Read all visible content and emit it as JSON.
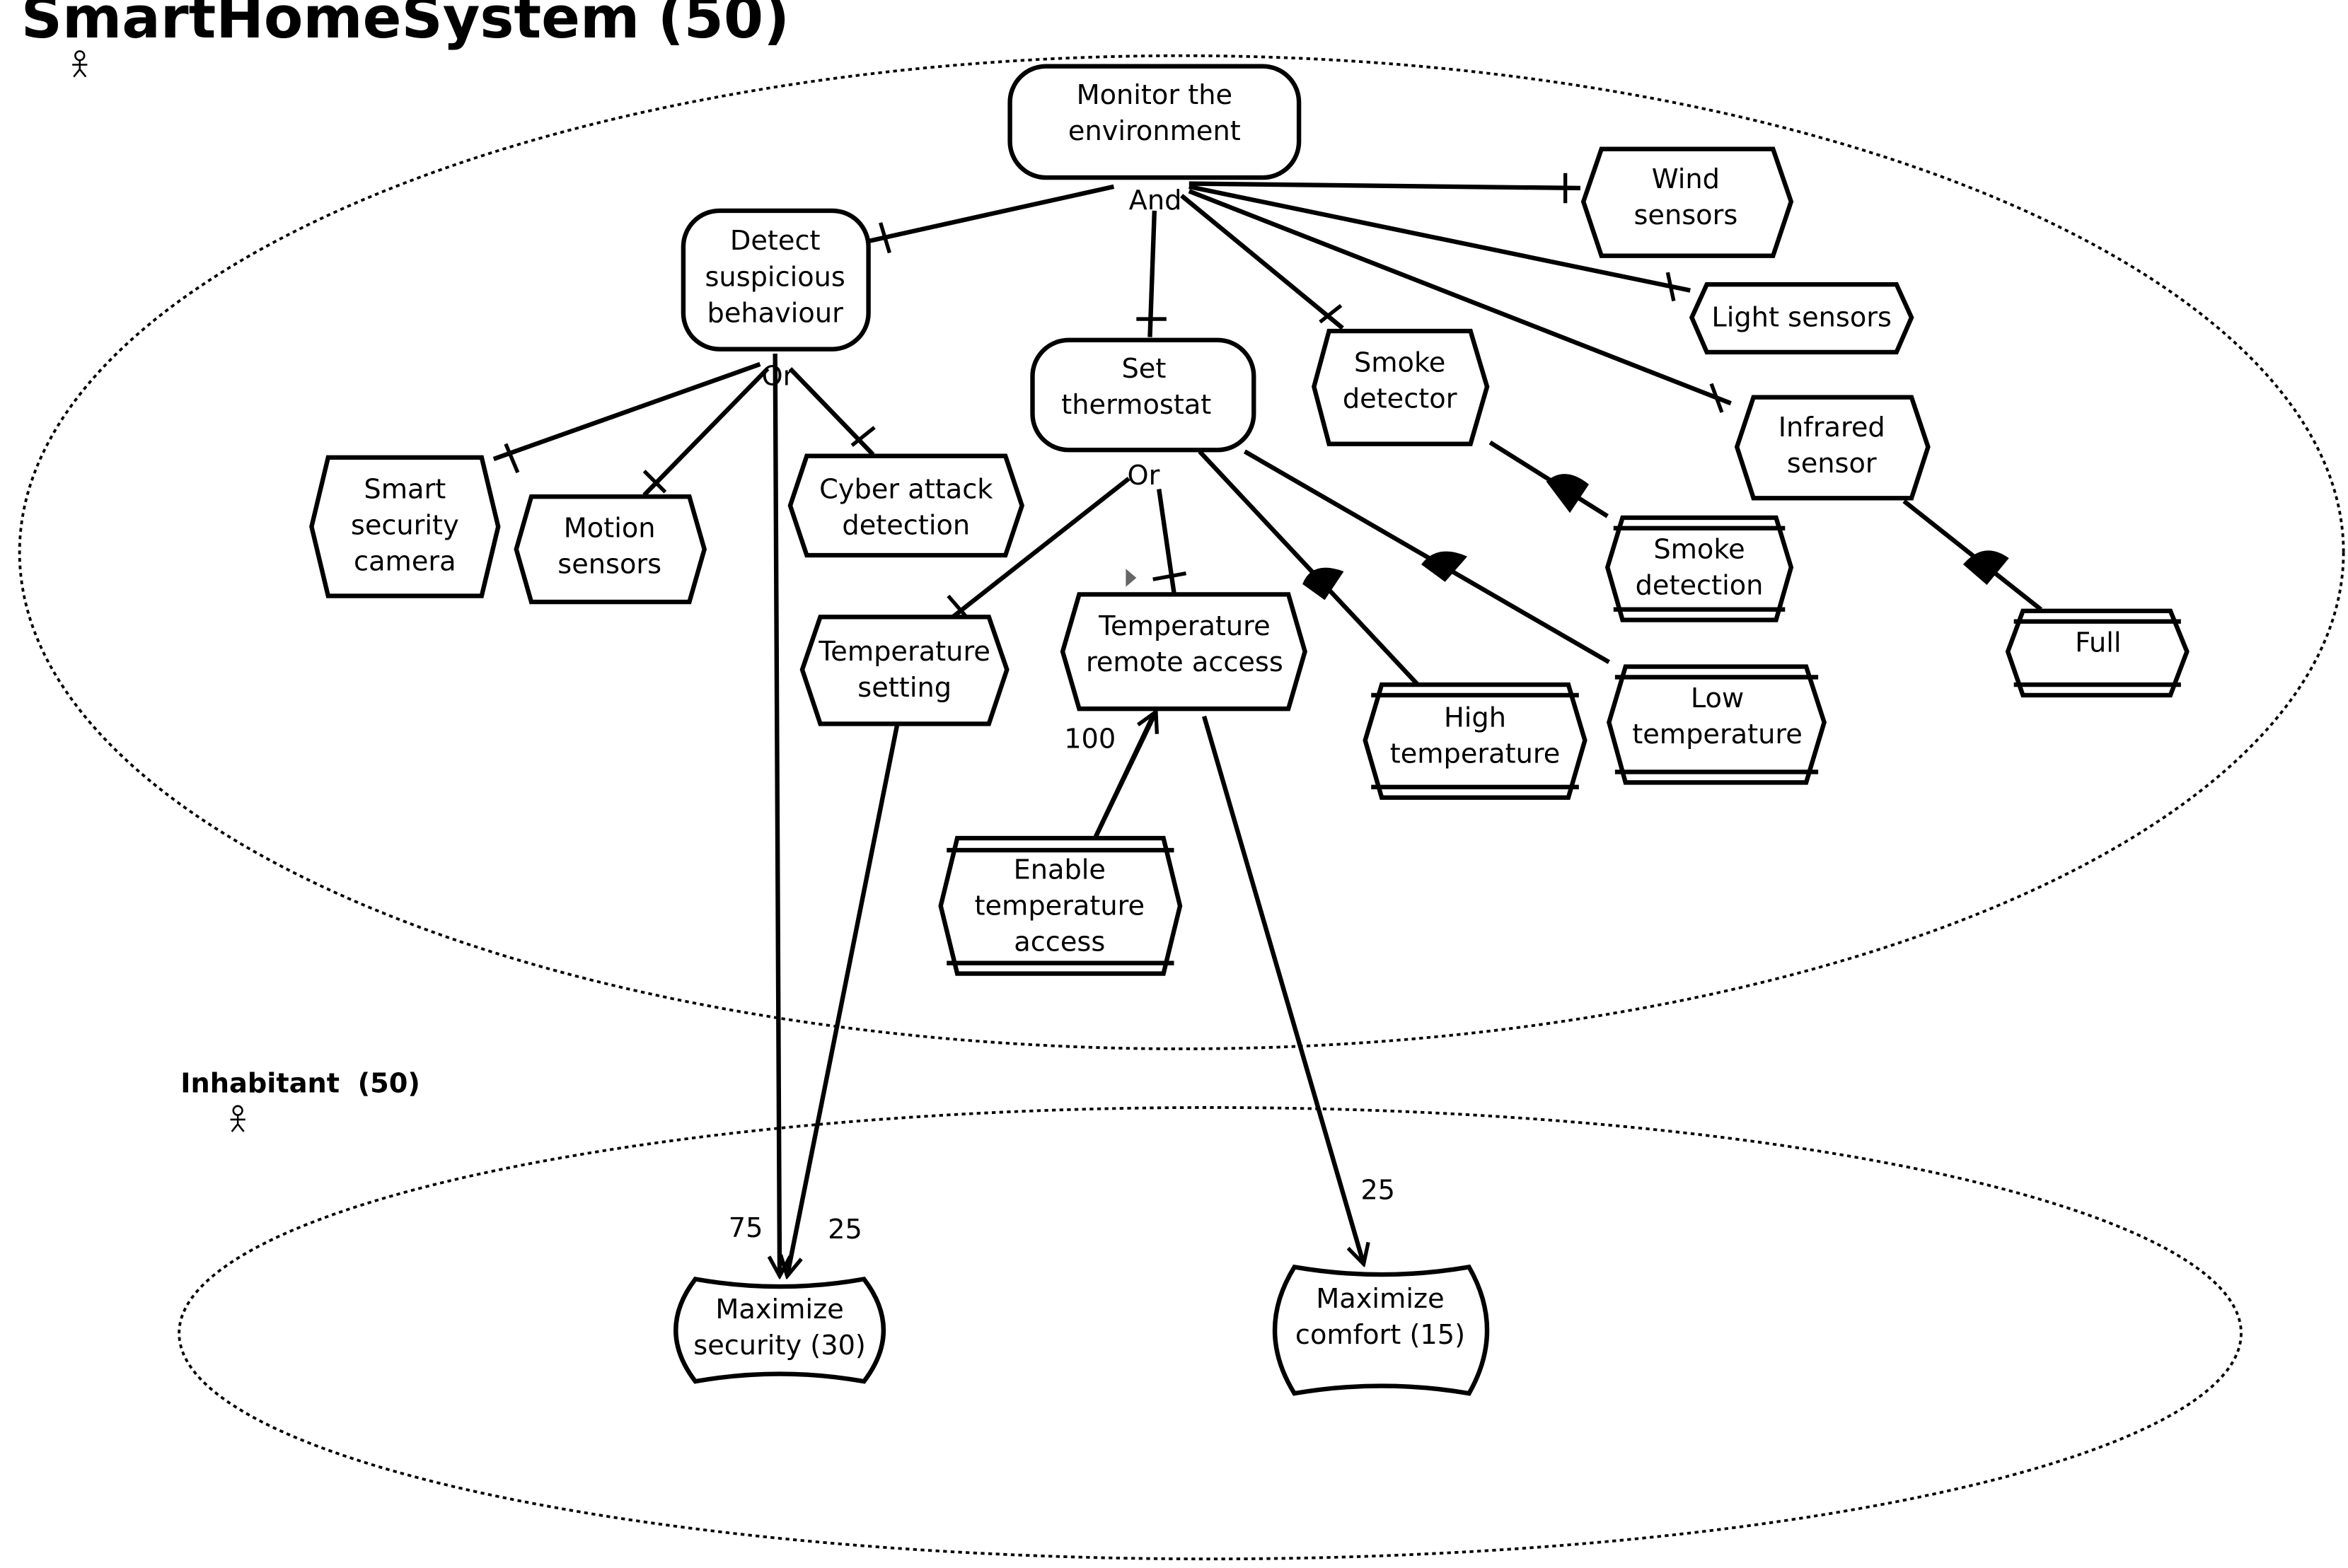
{
  "actors": [
    {
      "id": "smart-home-system",
      "name": "SmartHomeSystem",
      "importance": "(50)"
    },
    {
      "id": "inhabitant",
      "name": "Inhabitant",
      "importance": "(50)"
    }
  ],
  "goals": {
    "monitor": [
      "Monitor the",
      "environment"
    ],
    "detect": [
      "Detect",
      "suspicious",
      "behaviour"
    ],
    "thermostat": [
      "Set",
      "thermostat"
    ]
  },
  "tasks": {
    "wind": [
      "Wind",
      "sensors"
    ],
    "light": [
      "Light sensors"
    ],
    "smoke_detector": [
      "Smoke",
      "detector"
    ],
    "infrared": [
      "Infrared",
      "sensor"
    ],
    "camera": [
      "Smart",
      "security",
      "camera"
    ],
    "motion": [
      "Motion",
      "sensors"
    ],
    "cyber": [
      "Cyber attack",
      "detection"
    ],
    "temp_setting": [
      "Temperature",
      "setting"
    ],
    "temp_remote": [
      "Temperature",
      "remote access"
    ]
  },
  "resources": {
    "smoke_detection": [
      "Smoke",
      "detection"
    ],
    "full": [
      "Full"
    ],
    "high_temp": [
      "High",
      "temperature"
    ],
    "low_temp": [
      "Low",
      "temperature"
    ],
    "enable_access": [
      "Enable",
      "temperature",
      "access"
    ]
  },
  "softgoals": {
    "security": [
      "Maximize",
      "security  (30)"
    ],
    "comfort": [
      "Maximize",
      "comfort  (15)"
    ]
  },
  "decomposition_labels": {
    "and": "And",
    "or_detect": "Or",
    "or_thermostat": "Or"
  },
  "contribution_labels": {
    "c75": "75",
    "c25_security": "25",
    "c100": "100",
    "c25_comfort": "25"
  },
  "colors": {
    "stroke": "#000000",
    "background": "#ffffff"
  }
}
